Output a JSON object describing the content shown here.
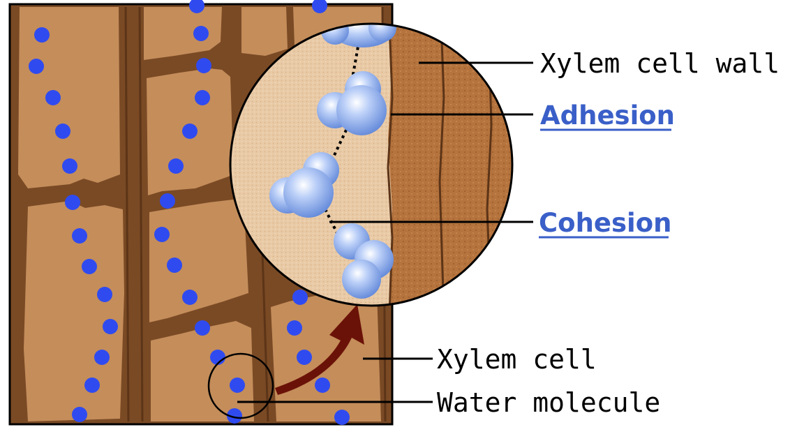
{
  "labels": {
    "xylem_cell_wall": "Xylem cell wall",
    "adhesion": "Adhesion",
    "cohesion": "Cohesion",
    "xylem_cell": "Xylem cell",
    "water_molecule": "Water molecule"
  },
  "colors": {
    "cell_fill": "#c48d5a",
    "cell_wall": "#7a4a25",
    "water_dot": "#2f4bf0",
    "zoom_fill": "#e8c9a4",
    "link_text": "#3a5fc8",
    "arrow": "#6b1208",
    "molecule": "#9fb8f0"
  },
  "icons": {
    "zoom_arrow": "curved-arrow-icon",
    "magnifier": "zoom-circle-icon"
  }
}
